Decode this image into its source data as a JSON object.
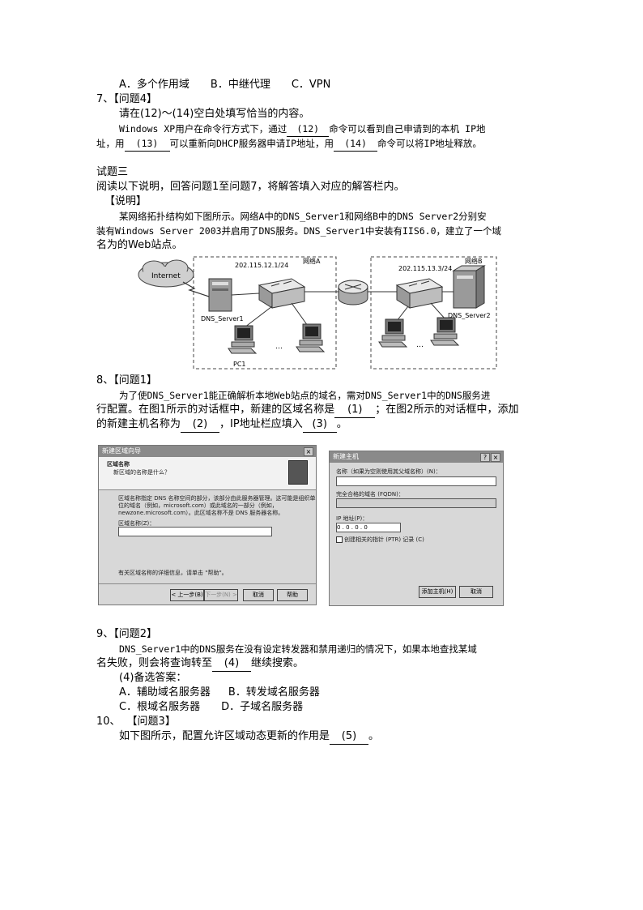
{
  "q6_options": {
    "a": "A．多个作用域",
    "b": "B．中继代理",
    "c": "C．VPN"
  },
  "q7": {
    "number": "7、",
    "heading": "【问题4】",
    "prompt": "请在(12)～(14)空白处填写恰当的内容。",
    "line1_pre": "Windows XP用户在命令行方式下，通过",
    "blank12": "(12)",
    "line1_post": "命令可以看到自己申请到的本机 IP地",
    "line2_pre": "址，用",
    "blank13": "(13)",
    "line2_mid": "可以重新向DHCP服务器申请IP地址，用",
    "blank14": "(14)",
    "line2_post": "命令可以将IP地址释放。"
  },
  "section3": {
    "title": "试题三",
    "instruction": "阅读以下说明，回答问题1至问题7，将解答填入对应的解答栏内。",
    "explain_heading": "【说明】",
    "desc_line1": "某网络拓扑结构如下图所示。网络A中的DNS_Server1和网络B中的DNS Server2分别安",
    "desc_line2": "装有Windows Server 2003并启用了DNS服务。DNS_Server1中安装有IIS6.0，建立了一个域",
    "desc_line3": "名为的Web站点。"
  },
  "topology": {
    "internet": "Internet",
    "net_a_label": "网络A",
    "net_a_ip": "202.115.12.1/24",
    "net_b_label": "网络B",
    "net_b_ip": "202.115.13.3/24",
    "dns1": "DNS_Server1",
    "dns2": "DNS_Server2",
    "pc1": "PC1",
    "ellipsis_a": "…",
    "ellipsis_b": "…"
  },
  "q8": {
    "number": "8、",
    "heading": "【问题1】",
    "line1": "为了使DNS_Server1能正确解析本地Web站点的域名，需对DNS_Server1中的DNS服务进",
    "line2_pre": "行配置。在图1所示的对话框中，新建的区域名称是",
    "blank1": "(1)",
    "line2_post": "；在图2所示的对话框中，添加",
    "line3_pre": "的新建主机名称为",
    "blank2": "(2)",
    "line3_mid": "，IP地址栏应填入",
    "blank3": "(3)",
    "line3_post": "。"
  },
  "dialog1": {
    "title": "新建区域向导",
    "close": "×",
    "section_title": "区域名称",
    "section_sub": "新区域的名称是什么？",
    "desc1": "区域名称指定 DNS 名称空间的部分，该部分由此服务器管理。这可能是组织单",
    "desc2": "位的域名（例如，microsoft.com）或此域名的一部分（例如，",
    "desc3": "newzone.microsoft.com）。此区域名称不是 DNS 服务器名称。",
    "field_label": "区域名称(Z)：",
    "field_value": "",
    "help_text": "有关区域名称的详细信息，请单击 \"帮助\"。",
    "back_btn": "< 上一步(B)",
    "next_btn": "下一步(N) >",
    "cancel_btn": "取消",
    "help_btn": "帮助"
  },
  "dialog2": {
    "title": "新建主机",
    "help": "?",
    "close": "×",
    "name_label": "名称（如果为空则使用其父域名称）(N)：",
    "fqdn_label": "完全合格的域名 (FQDN)：",
    "ip_label": "IP 地址(P)：",
    "ip_value": "0  . 0  . 0  . 0",
    "ptr_label": "创建相关的指针 (PTR) 记录 (C)",
    "add_btn": "添加主机(H)",
    "cancel_btn": "取消"
  },
  "q9": {
    "number": "9、",
    "heading": "【问题2】",
    "line1": "DNS_Server1中的DNS服务在没有设定转发器和禁用递归的情况下，如果本地查找某域",
    "line2_pre": "名失败，则会将查询转至",
    "blank4": "(4)",
    "line2_post": "继续搜索。",
    "options_title": "(4)备选答案：",
    "opt_a": "A．辅助域名服务器",
    "opt_b": "B．转发域名服务器",
    "opt_c": "C．根域名服务器",
    "opt_d": "D．子域名服务器"
  },
  "q10": {
    "number": "10、",
    "heading": "【问题3】",
    "line1_pre": "如下图所示，配置允许区域动态更新的作用是",
    "blank5": "(5)",
    "line1_post": "。"
  }
}
